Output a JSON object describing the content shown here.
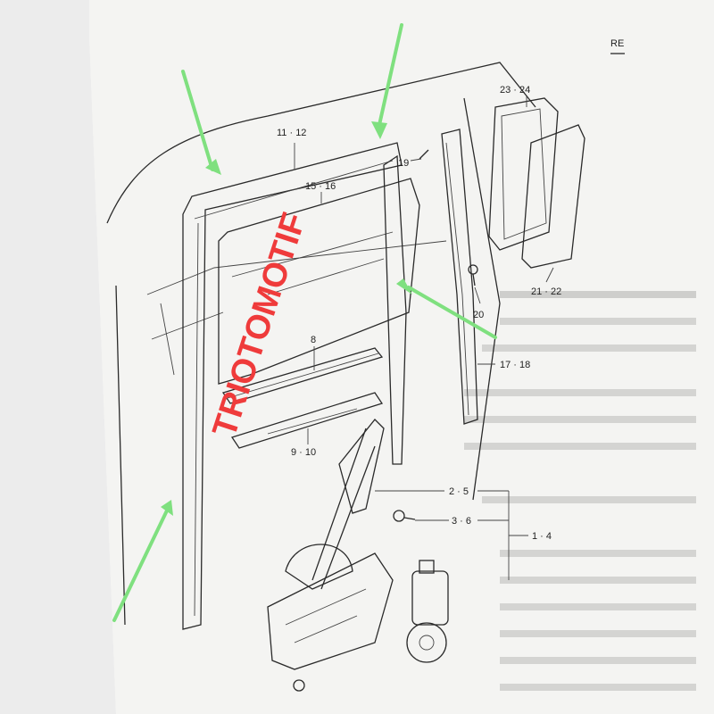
{
  "header_text": "RE",
  "callouts": {
    "c1112": "11 · 12",
    "c1516": "15 · 16",
    "c19": "19",
    "c2324": "23 · 24",
    "c20": "20",
    "c2122": "21 · 22",
    "c8": "8",
    "c1718": "17 · 18",
    "c910": "9 · 10",
    "c25": "2 · 5",
    "c36": "3 · 6",
    "c14": "1 · 4"
  },
  "watermark": "TRIOTOMOTIF",
  "colors": {
    "arrow": "#7fe07f",
    "watermark": "#ef3b3b",
    "paper": "#f4f4f2"
  }
}
